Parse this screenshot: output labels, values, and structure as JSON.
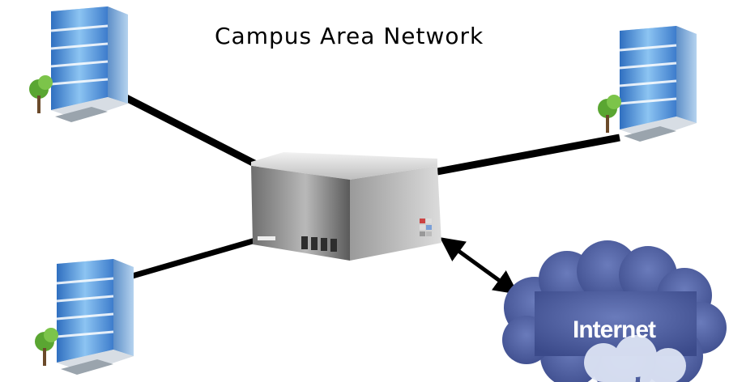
{
  "diagram": {
    "title": "Campus Area Network",
    "nodes": [
      {
        "id": "building-top-left",
        "kind": "building-icon"
      },
      {
        "id": "building-top-right",
        "kind": "building-icon"
      },
      {
        "id": "building-bottom-left",
        "kind": "building-icon"
      },
      {
        "id": "central-server",
        "kind": "server-icon"
      },
      {
        "id": "internet",
        "kind": "cloud-icon",
        "label": "Internet"
      }
    ],
    "links": [
      {
        "from": "building-top-left",
        "to": "central-server",
        "style": "solid"
      },
      {
        "from": "building-top-right",
        "to": "central-server",
        "style": "solid"
      },
      {
        "from": "building-bottom-left",
        "to": "central-server",
        "style": "solid"
      },
      {
        "from": "central-server",
        "to": "internet",
        "style": "double-arrow"
      }
    ],
    "colors": {
      "link": "#000000",
      "cloud": "#4a5a9c",
      "cloud_light": "#dce3f4",
      "building_glass": "#5aa0e0",
      "server": "#8a8a8a"
    }
  }
}
